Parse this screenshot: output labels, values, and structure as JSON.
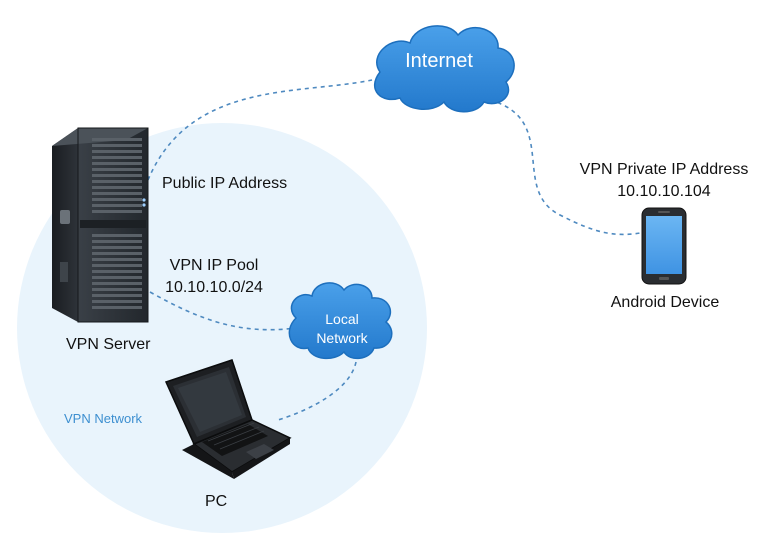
{
  "colors": {
    "network_circle": "#e9f4fc",
    "link_line": "#4f8ac0",
    "cloud_fill": "#2f89db",
    "cloud_stroke": "#1d6fbd",
    "network_label": "#3d8fd0",
    "phone_screen": "#5aa9ef"
  },
  "nodes": {
    "internet": "Internet",
    "local_network_line1": "Local",
    "local_network_line2": "Network",
    "vpn_server": "VPN Server",
    "pc": "PC",
    "android": "Android Device"
  },
  "labels": {
    "public_ip": "Public IP Address",
    "ip_pool_title": "VPN IP Pool",
    "ip_pool_value": "10.10.10.0/24",
    "private_ip_title": "VPN Private IP Address",
    "private_ip_value": "10.10.10.104",
    "vpn_network": "VPN Network"
  },
  "icons": [
    "server-tower-icon",
    "laptop-icon",
    "smartphone-icon",
    "cloud-icon"
  ]
}
